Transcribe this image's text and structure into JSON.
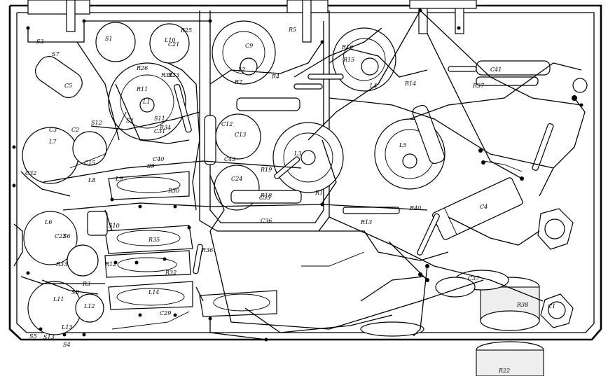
{
  "diagram": {
    "colors": {
      "ink": "#000000",
      "paper": "#ffffff"
    },
    "labels": [
      "C1",
      "C2",
      "C3",
      "C4",
      "C5",
      "C9",
      "C12",
      "C13",
      "C15",
      "C21",
      "C22",
      "C24",
      "C29",
      "C31",
      "C32",
      "C35",
      "C36",
      "C37",
      "C40",
      "C41",
      "C43",
      "R1",
      "R3",
      "R4",
      "R5",
      "R7",
      "R11",
      "R12",
      "R13",
      "R14",
      "R15",
      "R16",
      "R18",
      "R19",
      "R22",
      "R23",
      "R25",
      "R26",
      "R30",
      "R31",
      "R32",
      "R33",
      "R34",
      "R35",
      "R36",
      "R37",
      "R38",
      "R40",
      "L1",
      "L2",
      "L3",
      "L4",
      "L5",
      "L6",
      "L7",
      "L8",
      "L9",
      "L10",
      "L11",
      "L12",
      "L13",
      "L14",
      "S1",
      "S2",
      "S3",
      "S4",
      "S5",
      "S6",
      "S7",
      "S8",
      "S9",
      "S10",
      "S11",
      "S12",
      "S13"
    ]
  }
}
